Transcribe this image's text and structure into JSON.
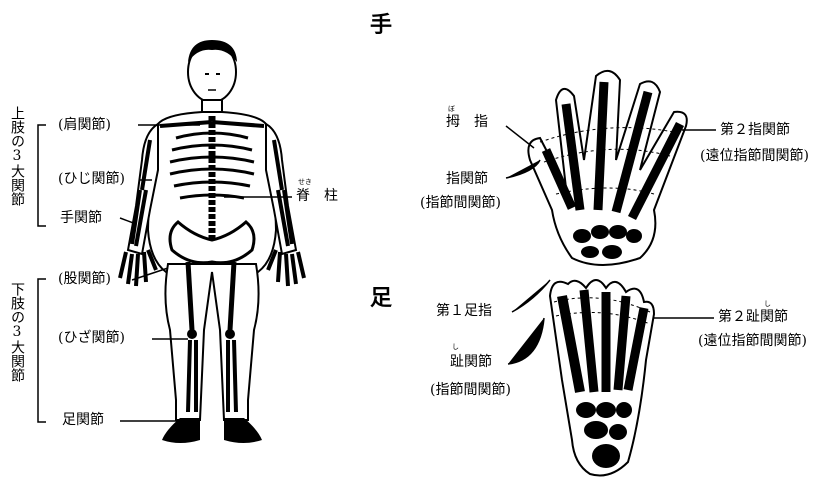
{
  "titles": {
    "hand": "手",
    "foot": "足"
  },
  "body_labels": {
    "upper_group": "上肢の3大関節",
    "lower_group": "下肢の3大関節",
    "shoulder": "(肩関節)",
    "elbow": "(ひじ関節)",
    "wrist": "手関節",
    "hip": "(股関節)",
    "knee": "(ひざ関節)",
    "ankle": "足関節",
    "spine": "脊　柱",
    "spine_ruby": "せき"
  },
  "hand_labels": {
    "thumb": "拇　指",
    "thumb_ruby": "ぼ",
    "finger_joint": "指関節",
    "finger_joint_sub": "(指節間関節)",
    "second_finger_joint": "第２指関節",
    "second_finger_joint_sub": "(遠位指節間関節)"
  },
  "foot_labels": {
    "first_toe": "第１足指",
    "toe_joint": "趾関節",
    "toe_joint_ruby": "し",
    "toe_joint_sub": "(指節間関節)",
    "second_toe_joint": "第２趾関節",
    "second_toe_joint_ruby": "し",
    "second_toe_joint_sub": "(遠位指節間関節)"
  }
}
